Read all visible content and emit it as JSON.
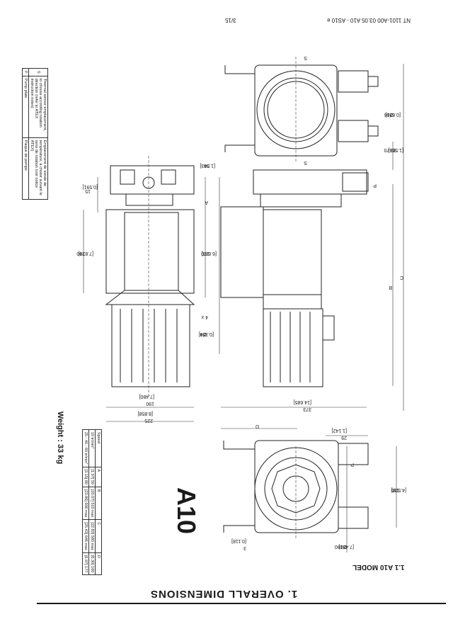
{
  "header": {
    "doc_ref": "NT 1101-A00 03.05 A10 - AS10 e",
    "page_num": "3/15"
  },
  "section_title": "1. OVERALL DIMENSIONS",
  "sub_title": "1.1  A10 MODEL",
  "model_label": "A10",
  "weight": "Weight : 33 kg",
  "legend": [
    {
      "key": "S",
      "en": "Thermal sensor emplacement, to choose according rotation direction (refer to ATEX instruction notes)",
      "fr": "Emplacement de sonde de température, à choisir suivant le sens de rotation (voir notice ATEX)"
    },
    {
      "key": "P",
      "en": "Pump plate",
      "fr": "Plaque de pompe"
    }
  ],
  "speed_table": {
    "headers": [
      "Speed",
      "A",
      "B",
      "C",
      "D"
    ],
    "rows": [
      [
        "10 tr/min*",
        "[1.97] 50",
        "[20.07] 510 max",
        "[22.83] 580 max",
        "[6.30] 160"
      ],
      [
        "25 - 40 - 60 tr/min*",
        "[3.15] 80",
        "[23.86] 606 max",
        "[25.43] 646 max",
        "[6.97] 177"
      ]
    ]
  },
  "dims": {
    "top_0630": "[0.630]",
    "top_016": "Ø16",
    "top_1543": "[1.543]",
    "top_39": "39",
    "top_1563": "[1.563]",
    "top_3970": "39.70",
    "left_0591": "[0.591]",
    "left_15": "15",
    "left_7874": "[7.874]",
    "left_200": "200",
    "mid_6693": "[6.693]",
    "mid_170": "170",
    "holes": "4 x",
    "holes_0354": "[0.354]",
    "holes_09": "Ø9",
    "w_7480": "[7.480]",
    "w_190": "190",
    "w_8858": "[8.858]",
    "w_225": "225",
    "len_14685": "[14.685]",
    "len_373": "373",
    "lbl_A": "A",
    "lbl_B": "B",
    "lbl_C": "C",
    "lbl_D": "D",
    "lbl_S": "S",
    "lbl_P": "P",
    "e_1142": "[1.142]",
    "e_29": "29",
    "e_4528": "[4.528]",
    "e_115": "115",
    "e_7480": "[7.480]",
    "e_0190": "Ø190",
    "e_0118": "[0.118]",
    "e_3": "3"
  }
}
